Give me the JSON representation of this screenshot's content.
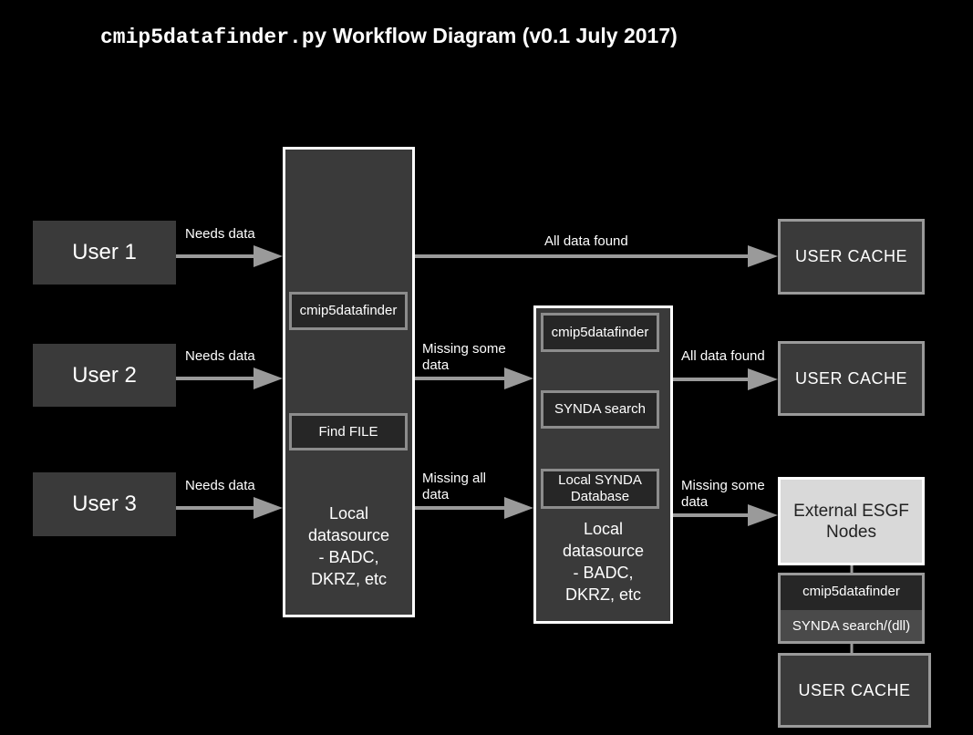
{
  "title": {
    "code": "cmip5datafinder.py",
    "text": "Workflow Diagram (v0.1 July 2017)"
  },
  "users": [
    "User 1",
    "User 2",
    "User 3"
  ],
  "edge_labels": {
    "needs_data": "Needs data",
    "all_data_found": "All data found",
    "missing_some_1": "Missing some",
    "missing_some_2": "data",
    "missing_all_1": "Missing all",
    "missing_all_2": "data"
  },
  "left_panel": {
    "finder": "cmip5datafinder",
    "find_file": "Find FILE",
    "datasource": [
      "Local",
      "datasource",
      "- BADC,",
      "DKRZ, etc"
    ]
  },
  "mid_panel": {
    "finder": "cmip5datafinder",
    "synda_search": "SYNDA search",
    "synda_db": [
      "Local SYNDA",
      "Database"
    ],
    "datasource": [
      "Local",
      "datasource",
      "- BADC,",
      "DKRZ, etc"
    ]
  },
  "user_cache": "USER CACHE",
  "esgf": [
    "External ESGF",
    "Nodes"
  ],
  "esgf_finder": "cmip5datafinder",
  "esgf_synda": "SYNDA search/(dll)",
  "colors": {
    "box": "#3a3a3a",
    "arrow": "#9a9a9a",
    "esgf": "#d9d9d9"
  }
}
